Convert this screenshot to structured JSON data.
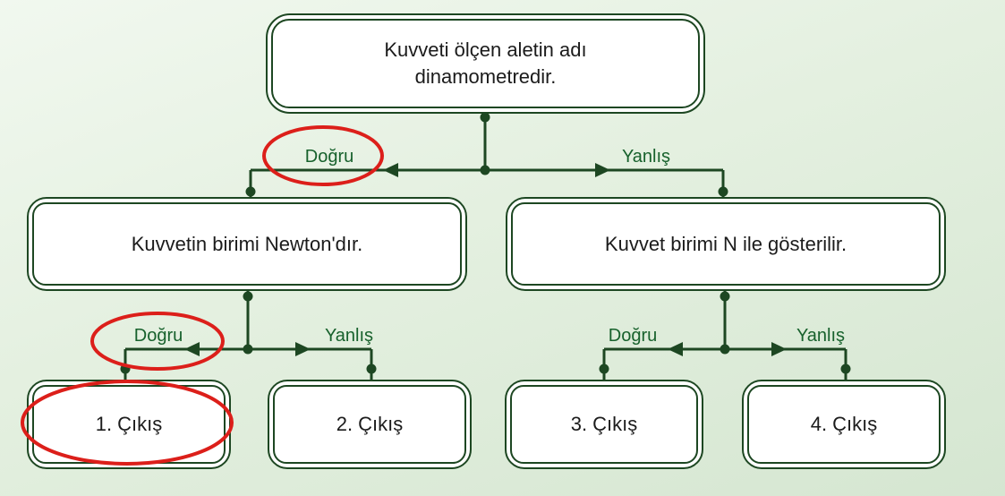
{
  "nodes": {
    "root": "Kuvveti ölçen aletin adı dinamometredir.",
    "left": "Kuvvetin birimi Newton'dır.",
    "right": "Kuvvet birimi N ile gösterilir."
  },
  "exits": [
    "1. Çıkış",
    "2. Çıkış",
    "3. Çıkış",
    "4. Çıkış"
  ],
  "labels": {
    "true": "Doğru",
    "false": "Yanlış"
  },
  "colors": {
    "line": "#1d4722",
    "box_border": "#1d4722",
    "box_fill": "#ffffff",
    "text": "#1b1b1b",
    "label_text": "#17612c",
    "highlight_ellipse": "#dc1f1a",
    "background_top": "#f1f8ef",
    "background_bottom": "#d5e6d1"
  }
}
